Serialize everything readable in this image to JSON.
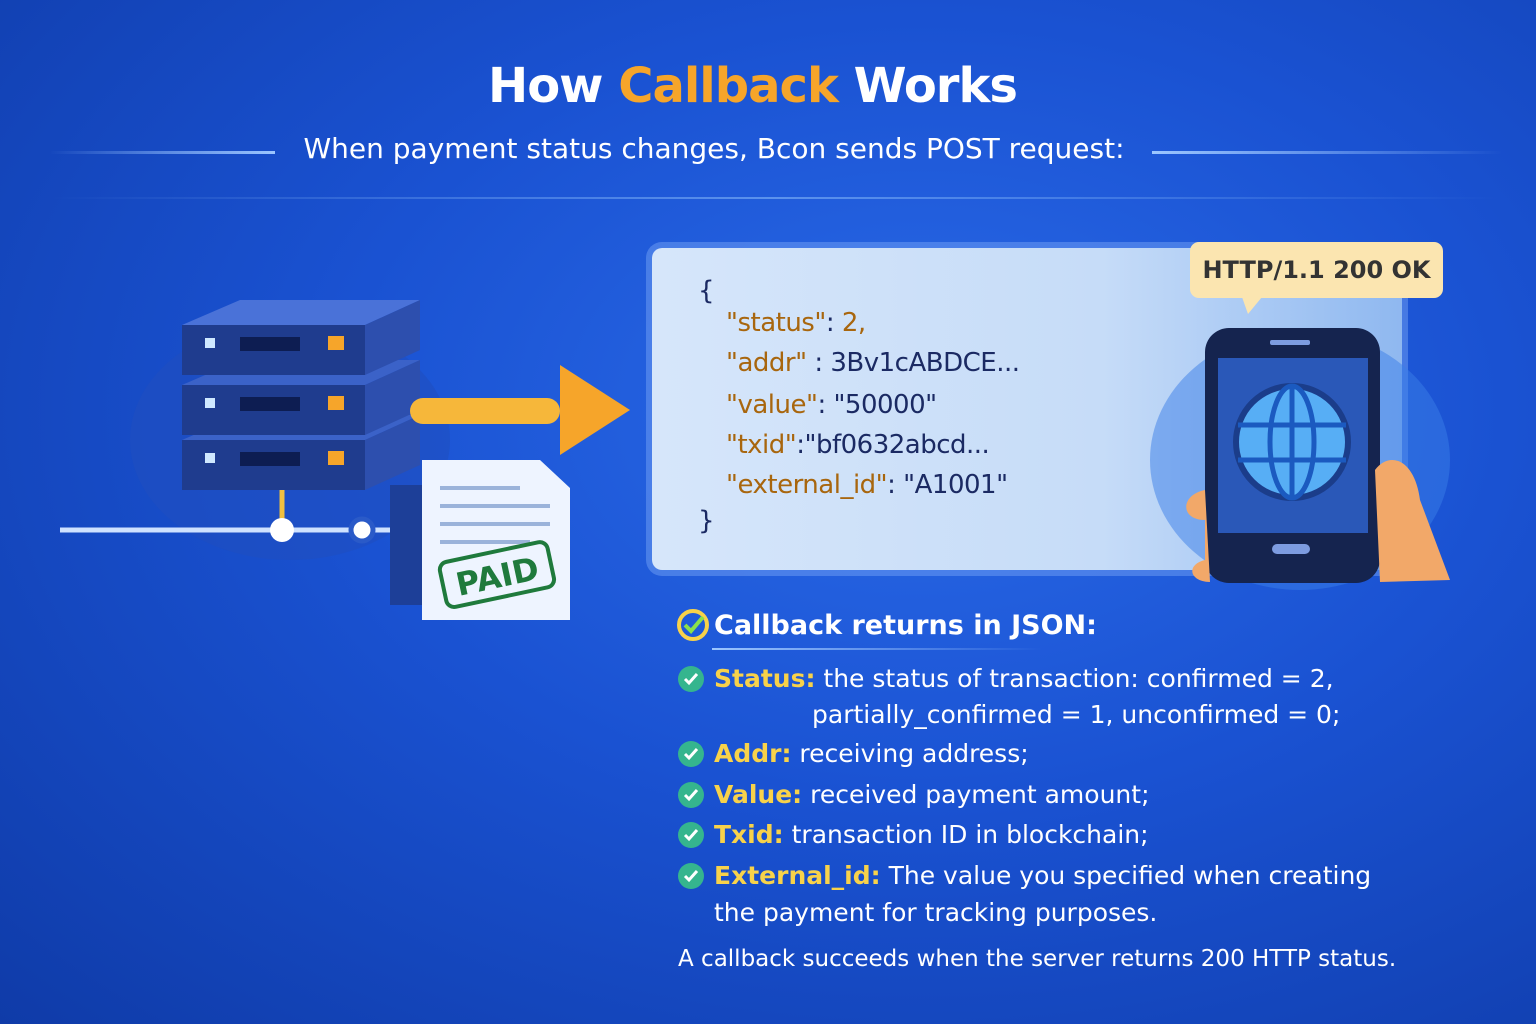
{
  "header": {
    "title_pre": "How ",
    "title_highlight": "Callback",
    "title_post": " Works",
    "subtitle": "When payment status changes, Bcon sends POST request:"
  },
  "illustration": {
    "stamp": "PAID"
  },
  "code": {
    "open": "{",
    "close": "}",
    "lines": [
      {
        "key": "\"status\"",
        "sep": ": ",
        "value": "2,"
      },
      {
        "key": "\"addr\"",
        "sep": " : ",
        "value": "3Bv1cABDCE..."
      },
      {
        "key": "\"value\"",
        "sep": ": ",
        "value": "\"50000\""
      },
      {
        "key": "\"txid\"",
        "sep": ":",
        "value": "\"bf0632abcd..."
      },
      {
        "key": "\"external_id\"",
        "sep": ": ",
        "value": "\"A1001\""
      }
    ]
  },
  "response": {
    "text": "HTTP/1.1 200 OK"
  },
  "list": {
    "heading": "Callback returns in JSON:",
    "items": [
      {
        "label": "Status:",
        "text": "the status of transaction: confirmed = 2,",
        "cont": "partially_confirmed = 1, unconfirmed = 0;"
      },
      {
        "label": "Addr:",
        "text": "receiving address;"
      },
      {
        "label": "Value:",
        "text": "received payment amount;"
      },
      {
        "label": "Txid:",
        "text": "transaction ID in blockchain;"
      },
      {
        "label": "External_id:",
        "text": " The value you specified when creating",
        "cont": "the payment for tracking purposes."
      }
    ]
  },
  "footer": "A callback succeeds when the server returns 200 HTTP status.",
  "colors": {
    "accent": "#f6a52a",
    "label": "#f8d24a",
    "check": "#35b58e",
    "key": "#a8660e"
  }
}
